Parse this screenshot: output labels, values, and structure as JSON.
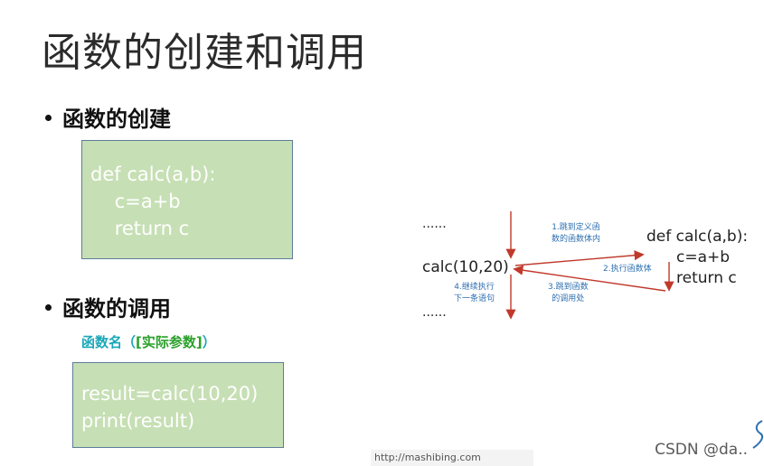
{
  "slide": {
    "title": "函数的创建和调用"
  },
  "section_create": {
    "bullet": "函数的创建",
    "code": [
      "def calc(a,b):",
      "    c=a+b",
      "    return c"
    ]
  },
  "section_call": {
    "bullet": "函数的调用",
    "note_prefix": "函数名（",
    "note_bracket": "[实际参数]",
    "note_suffix": "）",
    "code": [
      "result=calc(10,20)",
      "print(result)"
    ]
  },
  "diagram": {
    "dots_top": "......",
    "call": "calc(10,20)",
    "dots_bottom": "......",
    "def_line": "def calc(a,b):",
    "body_line": "c=a+b",
    "return_line": "return c",
    "step1": [
      "1.跳到定义函",
      "数的函数体内"
    ],
    "step2": "2.执行函数体",
    "step3": [
      "3.跳到函数",
      "的调用处"
    ],
    "step4": [
      "4.继续执行",
      "下一条语句"
    ],
    "arrow_color": "#c0392b",
    "annotation_color": "#2e6fb0"
  },
  "footer": {
    "url": "http://mashibing.com",
    "watermark": "CSDN @da.."
  },
  "colors": {
    "code_box_bg": "#c6dfb4",
    "code_box_border": "#5d7d9a",
    "note_color": "#1aa7b8",
    "note_bracket_color": "#2aa02a"
  }
}
